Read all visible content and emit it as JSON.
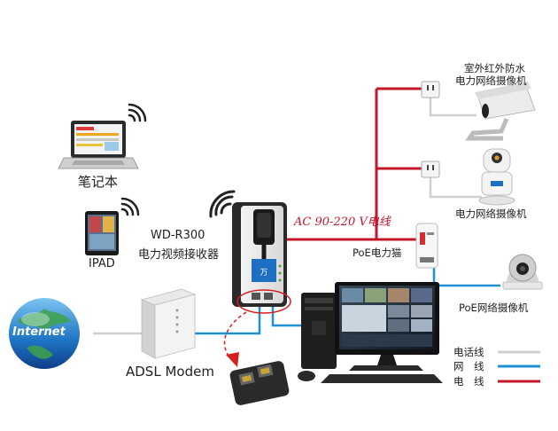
{
  "labels": {
    "laptop": "笔记本",
    "ipad": "IPAD",
    "receiver_model": "WD-R300",
    "receiver_name": "电力视频接收器",
    "internet": "Internet",
    "modem": "ADSL Modem",
    "voltage": "AC 90-220 V电线",
    "poe_cat": "PoE电力猫",
    "cam_outdoor_1": "室外红外防水",
    "cam_outdoor_2": "电力网络摄像机",
    "cam_indoor": "电力网络摄像机",
    "cam_poe": "PoE网络摄像机"
  },
  "legend": [
    {
      "label": "电话线",
      "color": "#cfcfcf"
    },
    {
      "label": "网　线",
      "color": "#1e90d6"
    },
    {
      "label": "电　线",
      "color": "#c3172a"
    }
  ],
  "colors": {
    "power": "#c3172a",
    "network": "#1e90d6",
    "phone": "#cfcfcf",
    "highlight": "#d42020"
  }
}
